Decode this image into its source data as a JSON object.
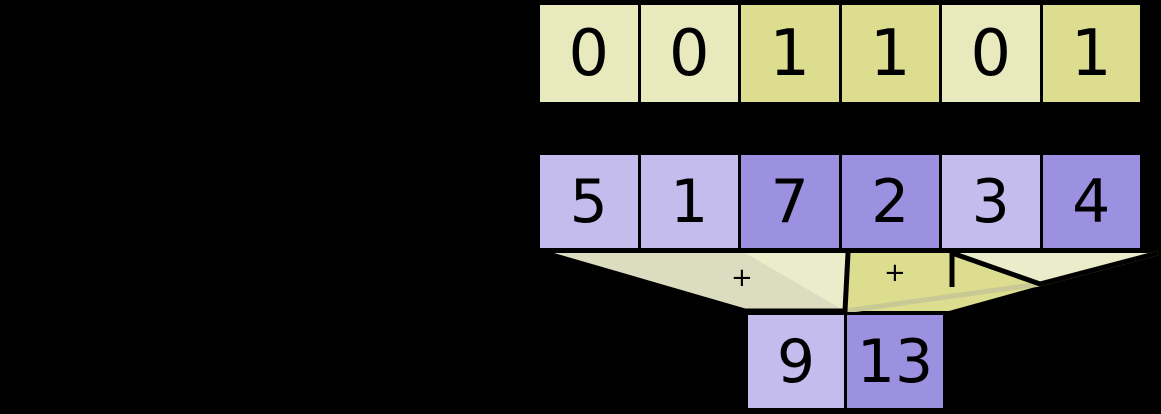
{
  "diagram": {
    "title": "stream-compaction-scatter",
    "background_color": "#000000",
    "colors": {
      "flag_zero_fill": "#e8e9bd",
      "flag_one_fill": "#dcdd8e",
      "value_zero_fill": "#c3bcec",
      "value_one_fill": "#9b91e0",
      "output_light_fill": "#c3bcec",
      "output_dark_fill": "#9b91e0",
      "funnel_light_fill": "#ecedcf",
      "funnel_dark_fill": "#dcdd8e",
      "stroke": "#000000"
    }
  },
  "flags_row": {
    "name": "binary-flags",
    "cells": [
      {
        "label": "0",
        "bit": 0,
        "fill": "#e8e9bd"
      },
      {
        "label": "0",
        "bit": 0,
        "fill": "#e8e9bd"
      },
      {
        "label": "1",
        "bit": 1,
        "fill": "#dcdd8e"
      },
      {
        "label": "1",
        "bit": 1,
        "fill": "#dcdd8e"
      },
      {
        "label": "0",
        "bit": 0,
        "fill": "#e8e9bd"
      },
      {
        "label": "1",
        "bit": 1,
        "fill": "#dcdd8e"
      }
    ]
  },
  "values_row": {
    "name": "input-values",
    "cells": [
      {
        "label": "5",
        "fill": "#c3bcec"
      },
      {
        "label": "1",
        "fill": "#c3bcec"
      },
      {
        "label": "7",
        "fill": "#9b91e0"
      },
      {
        "label": "2",
        "fill": "#9b91e0"
      },
      {
        "label": "3",
        "fill": "#c3bcec"
      },
      {
        "label": "4",
        "fill": "#9b91e0"
      }
    ]
  },
  "output_row": {
    "name": "reduced-output",
    "cells": [
      {
        "label": "9",
        "fill": "#c3bcec"
      },
      {
        "label": "13",
        "fill": "#9b91e0"
      }
    ]
  },
  "operators": {
    "left_plus": "+",
    "right_plus": "+"
  }
}
